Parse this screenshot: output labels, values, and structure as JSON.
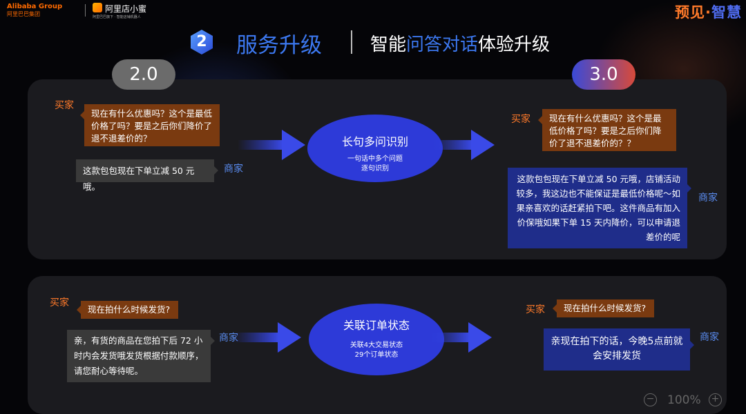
{
  "header": {
    "alibaba_en": "Alibaba Group",
    "alibaba_cn": "阿里巴巴集团",
    "store_name": "阿里店小蜜",
    "store_tagline": "阿里巴巴旗下 · 智能店铺机器人",
    "brand_a": "预见·",
    "brand_b": "智慧",
    "step_number": "2",
    "title": "服务升级",
    "subtitle_pre": "智能",
    "subtitle_hl": "问答对话",
    "subtitle_post": "体验升级"
  },
  "versions": {
    "old": "2.0",
    "new": "3.0"
  },
  "roles": {
    "buyer": "买家",
    "seller": "商家"
  },
  "section1": {
    "old_buyer_msg": "现在有什么优惠吗？这个是最低价格了吗？要是之后你们降价了退不退差价的？",
    "old_seller_msg": "这款包包现在下单立减 50 元哦。",
    "feature_title": "长句多问识别",
    "feature_line1": "一句话中多个问题",
    "feature_line2": "逐句识别",
    "new_buyer_msg": "现在有什么优惠吗？这个是最低价格了吗？要是之后你们降价了退不退差价的？？",
    "new_seller_msg": "这款包包现在下单立减 50 元哦，店铺活动较多，我这边也不能保证是最低价格呢～如果亲喜欢的话赶紧拍下吧。这件商品有加入价保哦如果下单 15 天内降价，可以申请退差价的呢"
  },
  "section2": {
    "old_buyer_msg": "现在拍什么时候发货?",
    "old_seller_msg": "亲，有货的商品在您拍下后 72 小时内会发货哦发货根据付款顺序，请您耐心等待呢。",
    "feature_title": "关联订单状态",
    "feature_line1": "关联4大交易状态",
    "feature_line2": "29个订单状态",
    "new_buyer_msg": "现在拍什么时候发货?",
    "new_seller_msg": "亲现在拍下的话，今晚5点前就会安排发货"
  },
  "zoom": {
    "minus": "−",
    "value": "100%",
    "plus": "+"
  },
  "colors": {
    "buyer": "#ff7a2a",
    "seller": "#5a8cf0",
    "ellipse": "#2d3ad8",
    "accent": "#3c78f0"
  }
}
